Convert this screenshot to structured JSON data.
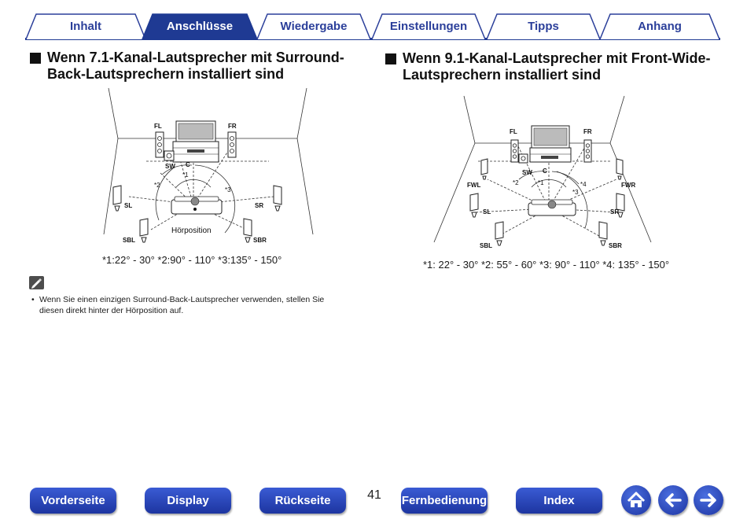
{
  "tabs": [
    {
      "label": "Inhalt",
      "active": false
    },
    {
      "label": "Anschlüsse",
      "active": true
    },
    {
      "label": "Wiedergabe",
      "active": false
    },
    {
      "label": "Einstellungen",
      "active": false
    },
    {
      "label": "Tipps",
      "active": false
    },
    {
      "label": "Anhang",
      "active": false
    }
  ],
  "left": {
    "heading_line1": "Wenn 7.1-Kanal-Lautsprecher mit Surround-",
    "heading_line2": "Back-Lautsprechern installiert sind",
    "labels": {
      "fl": "FL",
      "fr": "FR",
      "sw": "SW",
      "c": "C",
      "sl": "SL",
      "sr": "SR",
      "sbl": "SBL",
      "sbr": "SBR",
      "listen": "Hörposition"
    },
    "marks": {
      "m1": "*1",
      "m2": "*2",
      "m3": "*3"
    },
    "caption": "*1:22° - 30°  *2:90° - 110°  *3:135° - 150°"
  },
  "right": {
    "heading_line1": "Wenn 9.1-Kanal-Lautsprecher mit Front-Wide-",
    "heading_line2": "Lautsprechern installiert sind",
    "labels": {
      "fl": "FL",
      "fr": "FR",
      "sw": "SW",
      "c": "C",
      "fwl": "FWL",
      "fwr": "FWR",
      "sl": "SL",
      "sr": "SR",
      "sbl": "SBL",
      "sbr": "SBR"
    },
    "marks": {
      "m1": "*1",
      "m2": "*2",
      "m3": "*3",
      "m4": "*4"
    },
    "caption": "*1: 22° - 30°  *2: 55° - 60°  *3: 90° - 110°  *4: 135° - 150°"
  },
  "note": {
    "bullet": "•",
    "line1": "Wenn Sie einen einzigen Surround-Back-Lautsprecher verwenden, stellen Sie",
    "line2": "diesen direkt hinter der Hörposition auf."
  },
  "footer": {
    "buttons": [
      "Vorderseite",
      "Display",
      "Rückseite",
      "Fernbedienung",
      "Index"
    ],
    "page_number": "41",
    "icons": [
      "home-icon",
      "arrow-left-icon",
      "arrow-right-icon"
    ]
  },
  "colors": {
    "accent": "#1f3a93",
    "button": "#2a47c0"
  }
}
